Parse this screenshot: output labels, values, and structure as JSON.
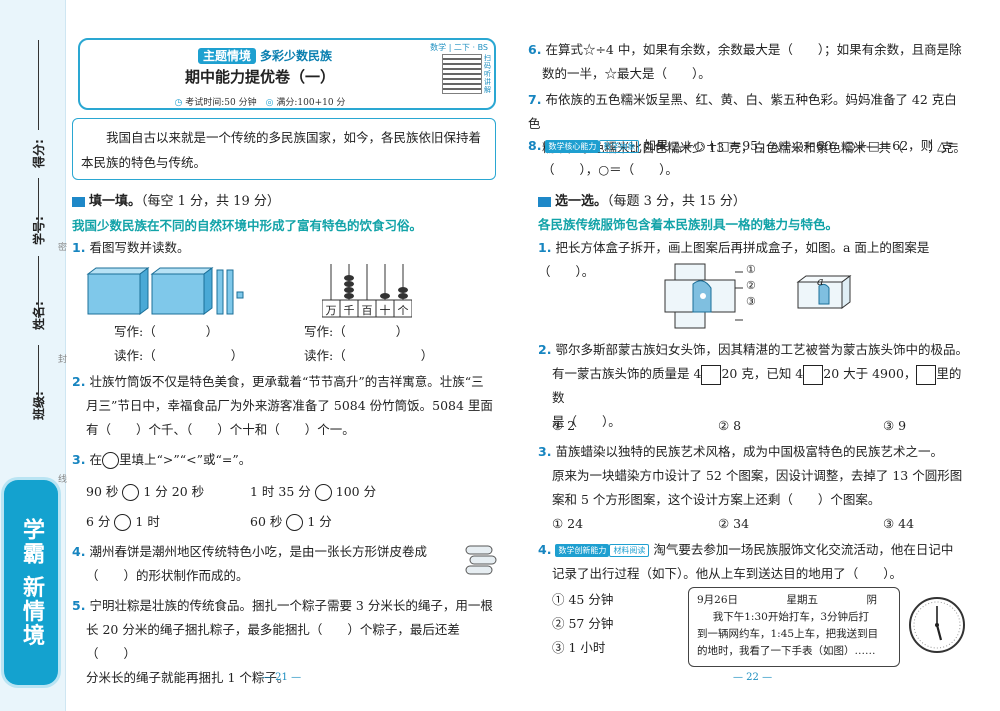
{
  "binding_strip": {
    "score_label": "得分:",
    "id_label": "学号:",
    "name_label": "姓名:",
    "class_label": "班级:",
    "seal_labels": [
      "密",
      "封",
      "线"
    ],
    "brand": "学霸 新情境"
  },
  "header": {
    "theme_tag": "主题情境",
    "theme_title": "多彩少数民族",
    "grade_tag": "数学 | 二下 · BS",
    "title": "期中能力提优卷（一）",
    "time": "考试时间:50 分钟",
    "score": "满分:100+10 分",
    "qr_note": "扫码听讲解"
  },
  "intro": "我国自古以来就是一个传统的多民族国家，如今，各民族依旧保持着本民族的特色与传统。",
  "section1": {
    "title": "填一填。",
    "note": "（每空 1 分，共 19 分）",
    "lead": "我国少数民族在不同的自然环境中形成了富有特色的饮食习俗。",
    "q1": {
      "num": "1.",
      "text": "看图写数并读数。",
      "abacus_labels": [
        "万",
        "千",
        "百",
        "十",
        "个"
      ],
      "write_label": "写作:（　　　　）",
      "read_label": "读作:（　　　　　　）"
    },
    "q2": {
      "num": "2.",
      "line1": "壮族竹筒饭不仅是特色美食，更承载着“节节高升”的吉祥寓意。壮族“三",
      "line2": "月三”节日中，幸福食品厂为外来游客准备了 5084 份竹筒饭。5084 里面",
      "line3": "有（　　）个千、（　　）个十和（　　）个一。"
    },
    "q3": {
      "num": "3.",
      "pre": "在",
      "post": "里填上“>”“<”或“=”。",
      "items": [
        {
          "a": "90 秒",
          "b": "1 分 20 秒"
        },
        {
          "a": "1 时 35 分",
          "b": "100 分"
        },
        {
          "a": "6 分",
          "b": "1 时"
        },
        {
          "a": "60 秒",
          "b": "1 分"
        }
      ]
    },
    "q4": {
      "num": "4.",
      "line1": "潮州春饼是潮州地区传统特色小吃，是由一张长方形饼皮卷成",
      "line2": "（　　）的形状制作而成的。"
    },
    "q5": {
      "num": "5.",
      "line1": "宁明壮粽是壮族的传统食品。捆扎一个粽子需要 3 分米长的绳子，用一根",
      "line2": "长 20 分米的绳子捆扎粽子，最多能捆扎（　　）个粽子，最后还差（　　）",
      "line3": "分米长的绳子就能再捆扎 1 个粽子。"
    }
  },
  "right": {
    "q6": {
      "num": "6.",
      "line1": "在算式☆÷4 中，如果有余数，余数最大是（　　）；如果有余数，且商是除",
      "line2": "数的一半，☆最大是（　　）。"
    },
    "q7": {
      "num": "7.",
      "line1": "布依族的五色糯米饭呈黑、红、黄、白、紫五种色彩。妈妈准备了 42 克白色",
      "line2": "糯米，紫色糯米比白色糯米少 13 克，白色糯米和紫色糯米一共（　　）克。"
    },
    "q8": {
      "num": "8.",
      "tag1": "数学核心能力",
      "tag2": "数学抽象",
      "line1": "如果 △＋○＋□＝95，△＋○＝60，○＋□＝62，则 △＝",
      "line2": "（　　），○＝（　　）。"
    },
    "section2": {
      "title": "选一选。",
      "note": "（每题 3 分，共 15 分）",
      "lead": "各民族传统服饰包含着本民族别具一格的魅力与特色。"
    },
    "c1": {
      "num": "1.",
      "text": "把长方体盒子拆开，画上图案后再拼成盒子，如图。a 面上的图案是（　　）。",
      "opts": [
        "①",
        "②",
        "③"
      ],
      "face_label": "a"
    },
    "c2": {
      "num": "2.",
      "line1": "鄂尔多斯部蒙古族妇女头饰，因其精湛的工艺被誉为蒙古族头饰中的极品。",
      "line2a": "有一蒙古族头饰的质量是 4",
      "line2b": "20 克，已知 4",
      "line2c": "20 大于 4900，",
      "line2d": "里的数",
      "line3": "是（　　）。",
      "options": [
        "① 2",
        "② 8",
        "③ 9"
      ]
    },
    "c3": {
      "num": "3.",
      "line1": "苗族蜡染以独特的民族艺术风格，成为中国极富特色的民族艺术之一。",
      "line2": "原来为一块蜡染方巾设计了 52 个图案，因设计调整，去掉了 13 个圆形图",
      "line3": "案和 5 个方形图案，这个设计方案上还剩（　　）个图案。",
      "options": [
        "① 24",
        "② 34",
        "③ 44"
      ]
    },
    "c4": {
      "num": "4.",
      "tag1": "数学创新能力",
      "tag2": "材料阅读",
      "line1": "淘气要去参加一场民族服饰文化交流活动，他在日记中",
      "line2": "记录了出行过程（如下）。他从上车到送达目的地用了（　　）。",
      "options": [
        "① 45 分钟",
        "② 57 分钟",
        "③ 1 小时"
      ],
      "diary": {
        "date": "9月26日",
        "week": "星期五",
        "weather": "阴",
        "line1": "我下午1:30开始打车，3分钟后打",
        "line2": "到一辆网约车，1:45上车，把我送到目",
        "line3": "的地时，我看了一下手表（如图）……"
      }
    }
  },
  "page_numbers": {
    "left": "— 21 —",
    "right": "— 22 —"
  },
  "colors": {
    "accent": "#1e9fd0",
    "lead": "#12a3a8"
  }
}
